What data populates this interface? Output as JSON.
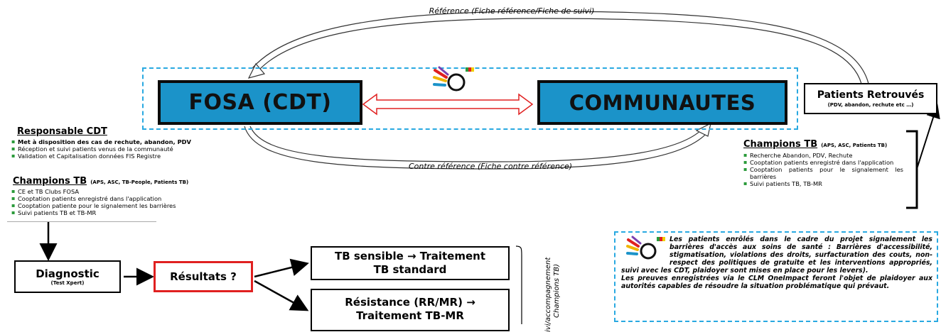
{
  "top_label": "Référence (Fiche référence/Fiche de suivi)",
  "bottom_label": "Contre référence (Fiche contre référence)",
  "fosa": "FOSA (CDT)",
  "communautes": "COMMUNAUTES",
  "patients": {
    "title": "Patients Retrouvés",
    "subtitle": "(PDV, abandon, rechute etc …)"
  },
  "responsable": {
    "title": "Responsable CDT",
    "items": [
      "Met à disposition des cas de rechute, abandon, PDV",
      "Réception et suivi patients venus de la communauté",
      "Validation et Capitalisation données FIS Registre"
    ]
  },
  "champions_left": {
    "title": "Champions TB",
    "suffix": "(APS, ASC, TB-People, Patients TB)",
    "items": [
      "CE et TB Clubs FOSA",
      "Cooptation patients enregistré dans l'application",
      "Cooptation patiente pour le signalement les barrières",
      "Suivi patients TB et TB-MR"
    ]
  },
  "champions_right": {
    "title": "Champions TB",
    "suffix": "(APS, ASC, Patients TB)",
    "items": [
      "Recherche Abandon, PDV, Rechute",
      "Cooptation patients enregistré dans l'application",
      "Cooptation patients pour le signalement les barrières",
      "Suivi patients TB, TB-MR"
    ]
  },
  "diagnostic": {
    "title": "Diagnostic",
    "sub": "(Test Xpert)"
  },
  "resultats": "Résultats ?",
  "tb_sensible": {
    "line1": "TB sensible → Traitement",
    "line2": "TB standard"
  },
  "resistance": {
    "line1": "Résistance (RR/MR) →",
    "line2": "Traitement TB-MR"
  },
  "side_label": {
    "line1": "ivi/accompagnement",
    "line2": "Champions TB)"
  },
  "note": {
    "intro": "Les patients enrôlés dans le cadre du projet signalement les barrières d'accès aux soins de santé : Barrières d'accessibilité, stigmatisation, violations des droits, surfacturation des couts, non-respect des politiques de gratuite et les interventions appropriés, suivi avec les CDT, plaidoyer sont mises en place pour les levers).",
    "outro": "Les preuves enregistrées via le CLM OneImpact feront l'objet de plaidoyer aux autorités capables de résoudre la situation problématique qui prévaut."
  },
  "colors": {
    "blue": "#1b93c9",
    "dashed": "#29a9e1",
    "red": "#e02020",
    "green_bullet": "#2a9a3a"
  },
  "logo": "oneimpact-logo-icon"
}
